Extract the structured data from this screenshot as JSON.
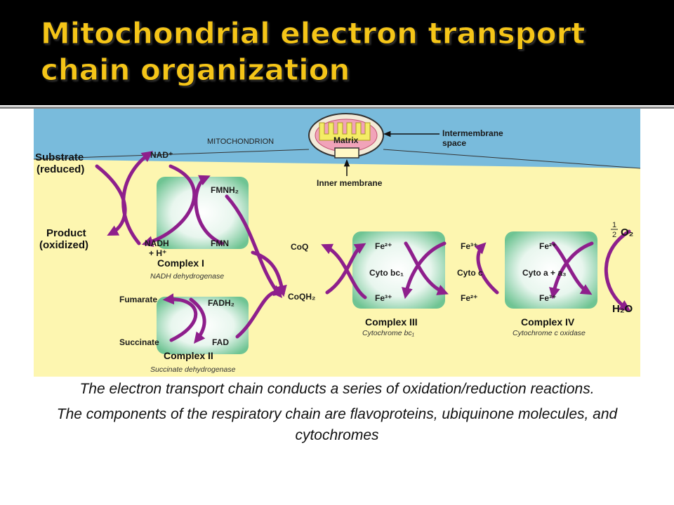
{
  "slide": {
    "title": "Mitochondrial electron transport chain organization",
    "captions": [
      "The electron transport chain conducts a series of oxidation/reduction reactions.",
      "The components of the respiratory chain are flavoproteins, ubiquinone molecules, and cytochromes"
    ]
  },
  "diagram": {
    "mito": {
      "mitochondrion": "MITOCHONDRION",
      "matrix": "Matrix",
      "intermembrane_1": "Intermembrane",
      "intermembrane_2": "space",
      "inner_membrane": "Inner membrane"
    },
    "substrate": {
      "line1": "Substrate",
      "line2": "(reduced)"
    },
    "product": {
      "line1": "Product",
      "line2": "(oxidized)"
    },
    "nad_plus": "NAD⁺",
    "nadh_line1": "NADH",
    "nadh_line2": "+ H⁺",
    "complex1": {
      "name": "Complex I",
      "enzyme": "NADH dehydrogenase",
      "fmnh2": "FMNH₂",
      "fmn": "FMN"
    },
    "complex2": {
      "name": "Complex II",
      "enzyme": "Succinate dehydrogenase",
      "fadh2": "FADH₂",
      "fad": "FAD"
    },
    "fumarate": "Fumarate",
    "succinate": "Succinate",
    "coq": "CoQ",
    "coqh2": "CoQH₂",
    "complex3": {
      "name": "Complex III",
      "enzyme": "Cytochrome bc₁",
      "fe2": "Fe²⁺",
      "cyto": "Cyto bc₁",
      "fe3": "Fe³⁺"
    },
    "cytoc": {
      "fe3": "Fe³⁺",
      "label": "Cyto c",
      "fe2": "Fe²⁺"
    },
    "complex4": {
      "name": "Complex IV",
      "enzyme": "Cytochrome c oxidase",
      "fe2": "Fe²⁺",
      "cyto": "Cyto a + a₃",
      "fe3": "Fe³⁺"
    },
    "o2": "O₂",
    "half_num": "1",
    "half_den": "2",
    "h2o": "H₂O"
  },
  "colors": {
    "header_bg": "#000000",
    "title_text": "#f5c518",
    "mito_band": "#79bbdc",
    "cytoplasm": "#fdf6b0",
    "complex_green": "#7fcf9e",
    "arrow_purple": "#8e1f8c"
  }
}
